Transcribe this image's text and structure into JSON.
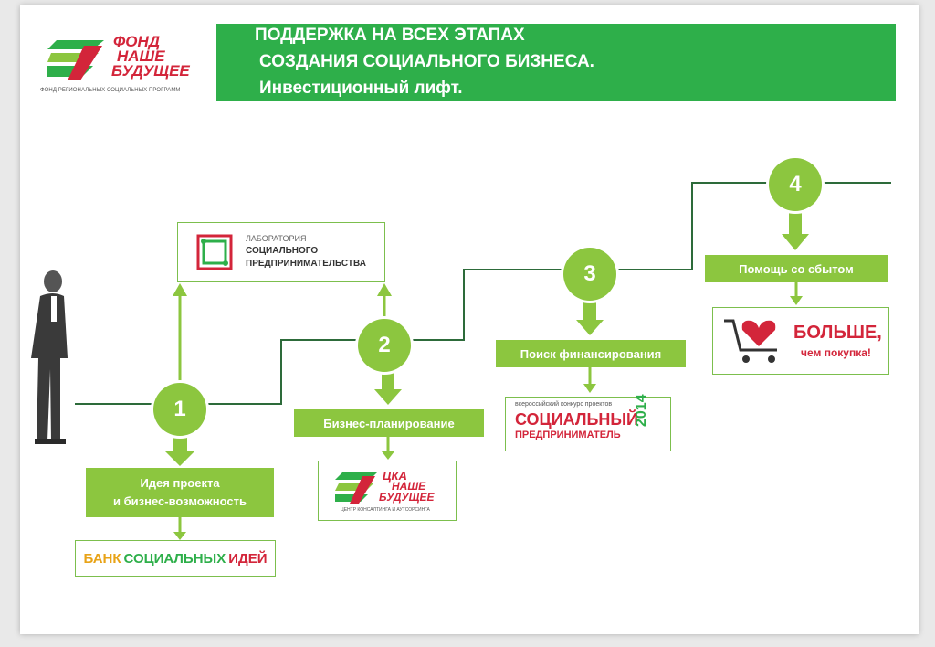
{
  "logo": {
    "line1": "ФОНД",
    "line2": "НАШЕ",
    "line3": "БУДУЩЕЕ",
    "sub": "ФОНД РЕГИОНАЛЬНЫХ СОЦИАЛЬНЫХ ПРОГРАММ"
  },
  "header": {
    "line1": "ПОДДЕРЖКА НА ВСЕХ ЭТАПАХ",
    "line2": "СОЗДАНИЯ СОЦИАЛЬНОГО БИЗНЕСА.",
    "line3": "Инвестиционный лифт."
  },
  "steps": [
    {
      "number": "1",
      "label": "Идея проекта\nи бизнес-возможность"
    },
    {
      "number": "2",
      "label": "Бизнес-планирование"
    },
    {
      "number": "3",
      "label": "Поиск финансирования"
    },
    {
      "number": "4",
      "label": "Помощь со сбытом"
    }
  ],
  "lab": {
    "line1": "ЛАБОРАТОРИЯ",
    "line2": "СОЦИАЛЬНОГО",
    "line3": "ПРЕДПРИНИМАТЕЛЬСТВА"
  },
  "bank": {
    "w1": "БАНК",
    "w2": "СОЦИАЛЬНЫХ",
    "w3": "ИДЕЙ"
  },
  "cka": {
    "line1": "ЦКА",
    "line2": "НАШЕ",
    "line3": "БУДУЩЕЕ",
    "sub": "ЦЕНТР КОНСАЛТИНГА И АУТСОРСИНГА"
  },
  "contest": {
    "top": "всероссийский конкурс проектов",
    "line1": "СОЦИАЛЬНЫЙ",
    "line2": "ПРЕДПРИНИМАТЕЛЬ",
    "year": "2014"
  },
  "more": {
    "line1": "БОЛЬШЕ,",
    "line2": "чем покупка!"
  },
  "colors": {
    "green_dark": "#2eaf4a",
    "green_light": "#8cc63f",
    "red": "#d3253a",
    "line": "#2d6b3a"
  }
}
